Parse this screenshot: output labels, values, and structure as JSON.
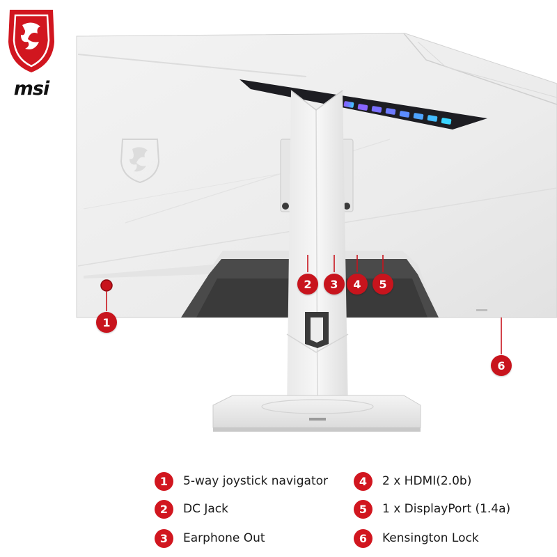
{
  "brand": {
    "logo_text": "msi",
    "logo_icon": "msi-dragon-shield-icon",
    "accent_color": "#d1161f"
  },
  "callouts": [
    "1",
    "2",
    "3",
    "4",
    "5",
    "6"
  ],
  "legend": [
    {
      "number": "1",
      "label": "5-way joystick navigator"
    },
    {
      "number": "2",
      "label": "DC Jack"
    },
    {
      "number": "3",
      "label": "Earphone Out"
    },
    {
      "number": "4",
      "label": "2 x HDMI(2.0b)"
    },
    {
      "number": "5",
      "label": "1 x DisplayPort (1.4a)"
    },
    {
      "number": "6",
      "label": "Kensington Lock"
    }
  ]
}
